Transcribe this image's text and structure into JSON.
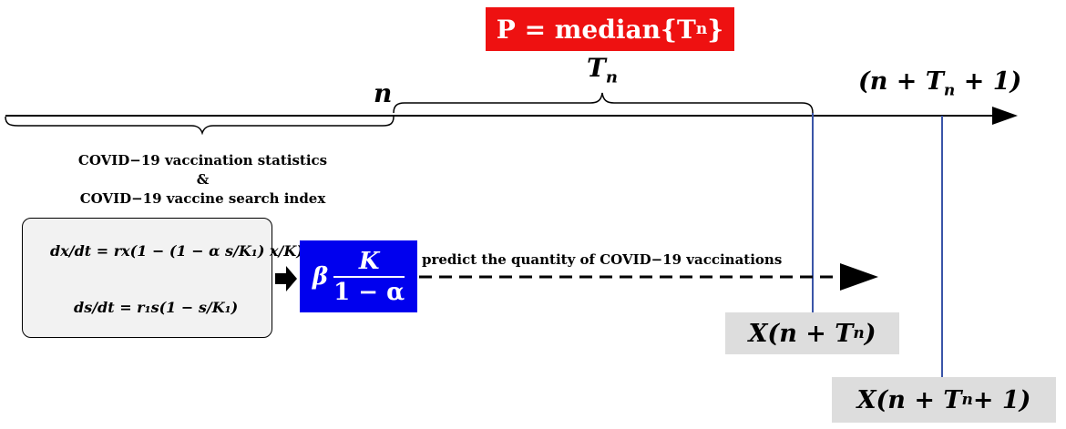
{
  "formula_top": "P = median{T",
  "formula_top_sub": "n",
  "formula_top_close": "}",
  "tn_label": "T",
  "tn_label_sub": "n",
  "n_label": "n",
  "end_label_pre": "(n + T",
  "end_label_sub": "n",
  "end_label_post": " + 1)",
  "stats_line1": "COVID−19 vaccination statistics",
  "stats_line2": "&",
  "stats_line3": "COVID−19 vaccine search index",
  "ode_eq1": "dx/dt = rx(1 − (1 − α s/K₁) x/K)",
  "ode_eq2": "ds/dt = r₁s(1 − s/K₁)",
  "beta_prefix": "β",
  "beta_num": "K",
  "beta_den": "1 − α",
  "predict_text": "predict the quantity of COVID−19  vaccinations",
  "x1_pre": "X(n + T",
  "x1_sub": "n",
  "x1_post": ")",
  "x2_pre": "X(n + T",
  "x2_sub": "n",
  "x2_post": " + 1)",
  "colors": {
    "p_box": "#ee1111",
    "beta_box": "#0000ee",
    "x_box": "#dddddd",
    "vline": "#3a55a8",
    "ode_box": "#f2f2f2"
  }
}
